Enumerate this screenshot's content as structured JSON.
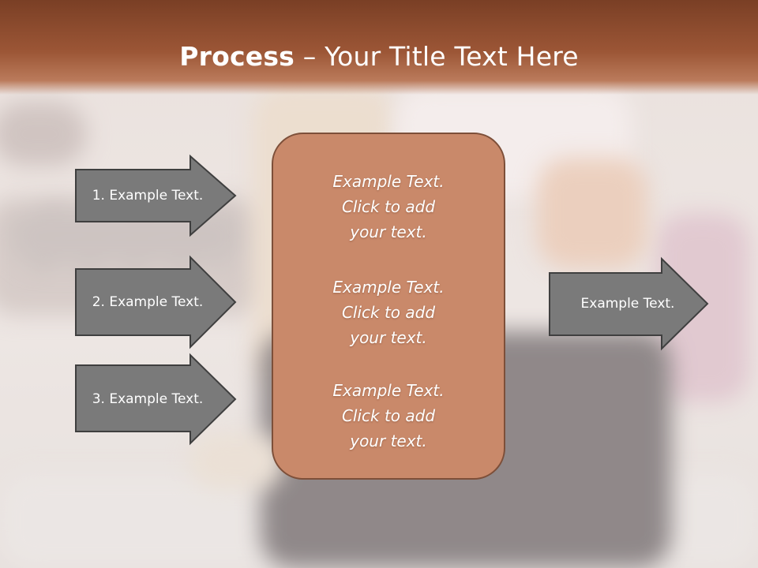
{
  "title": {
    "bold": "Process",
    "rest": " – Your Title Text Here"
  },
  "inputs": [
    {
      "label": "1. Example Text."
    },
    {
      "label": "2. Example Text."
    },
    {
      "label": "3. Example Text."
    }
  ],
  "center": [
    {
      "text": "Example Text.\nClick  to add\nyour text."
    },
    {
      "text": "Example Text.\nClick  to add\nyour text."
    },
    {
      "text": "Example Text.\nClick  to add\nyour text."
    }
  ],
  "output": {
    "label": "Example Text."
  },
  "colors": {
    "title_band": "#8c4a2d",
    "arrow_fill": "#7a7a7a",
    "arrow_border": "#3f3f3f",
    "center_fill": "#c9896a",
    "center_border": "#7d4f39"
  }
}
